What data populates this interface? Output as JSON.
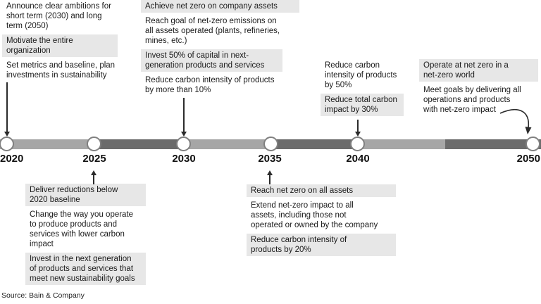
{
  "title_implicit": "Net-zero roadmap timeline 2020-2050",
  "colors": {
    "bar_light": "#a6a6a6",
    "bar_dark": "#6b6b6b",
    "shaded_box": "#e7e7e7",
    "node_border": "#808080",
    "text": "#1a1a1a"
  },
  "timeline": {
    "years": [
      "2020",
      "2025",
      "2030",
      "2035",
      "2040",
      "2050"
    ]
  },
  "columns": {
    "y2020_above": {
      "items": [
        {
          "text": "Announce clear ambitions for\nshort term (2030) and long\nterm (2050)",
          "shaded": false
        },
        {
          "text": "Motivate the entire\norganization",
          "shaded": true
        },
        {
          "text": "Set metrics and baseline, plan\ninvestments in sustainability",
          "shaded": false
        }
      ]
    },
    "y2030_above": {
      "items": [
        {
          "text": "Achieve net zero on company assets",
          "shaded": true
        },
        {
          "text": "Reach goal of net-zero emissions on\nall assets operated (plants, refineries,\nmines, etc.)",
          "shaded": false
        },
        {
          "text": "Invest 50% of capital in next-\ngeneration products and services",
          "shaded": true
        },
        {
          "text": "Reduce carbon intensity of products\nby more than 10%",
          "shaded": false
        }
      ]
    },
    "y2040_above": {
      "items": [
        {
          "text": "Reduce carbon\nintensity of products\nby 50%",
          "shaded": false
        },
        {
          "text": "Reduce total carbon\nimpact by 30%",
          "shaded": true
        }
      ]
    },
    "y2050_above": {
      "items": [
        {
          "text": "Operate at net zero in a\nnet-zero world",
          "shaded": true
        },
        {
          "text": "Meet goals by delivering all\noperations and products\nwith net-zero impact",
          "shaded": false
        }
      ]
    },
    "y2025_below": {
      "items": [
        {
          "text": "Deliver reductions below\n2020 baseline",
          "shaded": true
        },
        {
          "text": "Change the way you operate\nto produce products and\nservices with lower carbon\nimpact",
          "shaded": false
        },
        {
          "text": "Invest in the next generation\nof products and services that\nmeet new sustainability goals",
          "shaded": true
        }
      ]
    },
    "y2035_below": {
      "items": [
        {
          "text": "Reach net zero on all assets",
          "shaded": true
        },
        {
          "text": "Extend net-zero impact to all\nassets, including those not\noperated or owned by the company",
          "shaded": false
        },
        {
          "text": "Reduce carbon intensity of\nproducts by 20%",
          "shaded": true
        }
      ]
    }
  },
  "source": "Source: Bain & Company"
}
